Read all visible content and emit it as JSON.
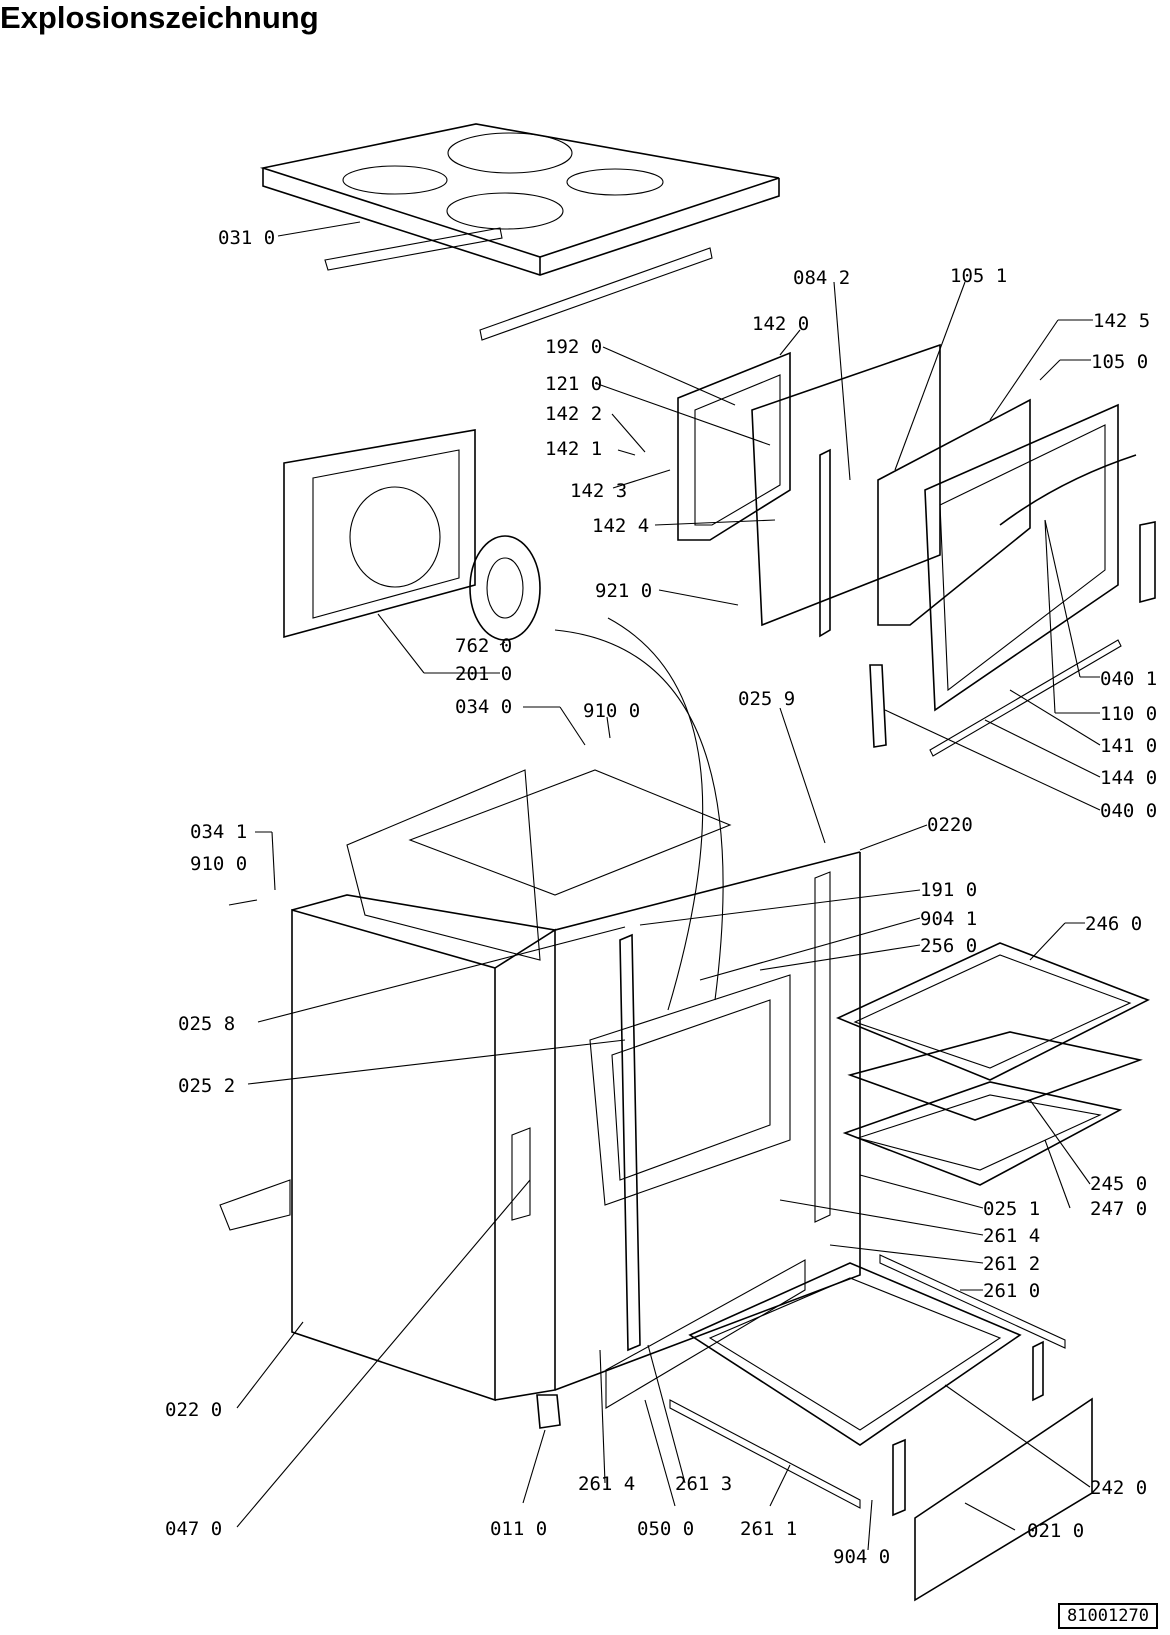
{
  "title": "Explosionszeichnung",
  "reference": "81001270",
  "labels": [
    "031 0",
    "084 2",
    "105 1",
    "142 0",
    "142 5",
    "192 0",
    "105 0",
    "121 0",
    "142 2",
    "142 1",
    "142 3",
    "142 4",
    "921 0",
    "762 0",
    "201 0",
    "040 1",
    "034 0",
    "910 0",
    "025 9",
    "110 0",
    "141 0",
    "144 0",
    "040 0",
    "0220",
    "034 1",
    "910 0",
    "191 0",
    "904 1",
    "256 0",
    "246 0",
    "025 8",
    "025 2",
    "245 0",
    "025 1",
    "247 0",
    "261 4",
    "261 2",
    "261 0",
    "022 0",
    "242 0",
    "261 4",
    "261 3",
    "021 0",
    "047 0",
    "011 0",
    "050 0",
    "261 1",
    "904 0"
  ]
}
